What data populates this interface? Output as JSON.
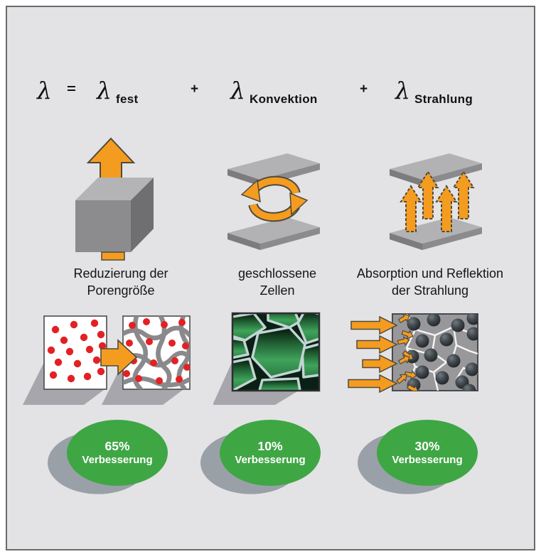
{
  "formula": {
    "lambda": "λ",
    "equals": "=",
    "plus": "+",
    "terms": [
      {
        "symbol": "λ",
        "subscript": "fest"
      },
      {
        "symbol": "λ",
        "subscript": "Konvektion"
      },
      {
        "symbol": "λ",
        "subscript": "Strahlung"
      }
    ]
  },
  "columns": [
    {
      "id": "solid-conduction",
      "caption": [
        "Reduzierung der",
        "Porengröße"
      ],
      "badge": {
        "value": "65%",
        "label": "Verbesserung"
      },
      "illustration": "cube-with-up-arrow-icon",
      "image": "pore-size-reduction-before-after"
    },
    {
      "id": "convection",
      "caption": [
        "geschlossene",
        "Zellen"
      ],
      "badge": {
        "value": "10%",
        "label": "Verbesserung"
      },
      "illustration": "plates-with-convection-loop-icon",
      "image": "closed-cells-photo"
    },
    {
      "id": "radiation",
      "caption": [
        "Absorption und Reflektion",
        "der Strahlung"
      ],
      "badge": {
        "value": "30%",
        "label": "Verbesserung"
      },
      "illustration": "plates-with-up-arrows-icon",
      "image": "ir-absorber-particles-with-arrows"
    }
  ],
  "colors": {
    "background": "#E3E3E5",
    "frame_border": "#6B6B6D",
    "accent_orange": "#F49C20",
    "badge_green": "#3FA644",
    "shadow_gray": "#A6A6AC",
    "dot_red": "#E32124"
  }
}
